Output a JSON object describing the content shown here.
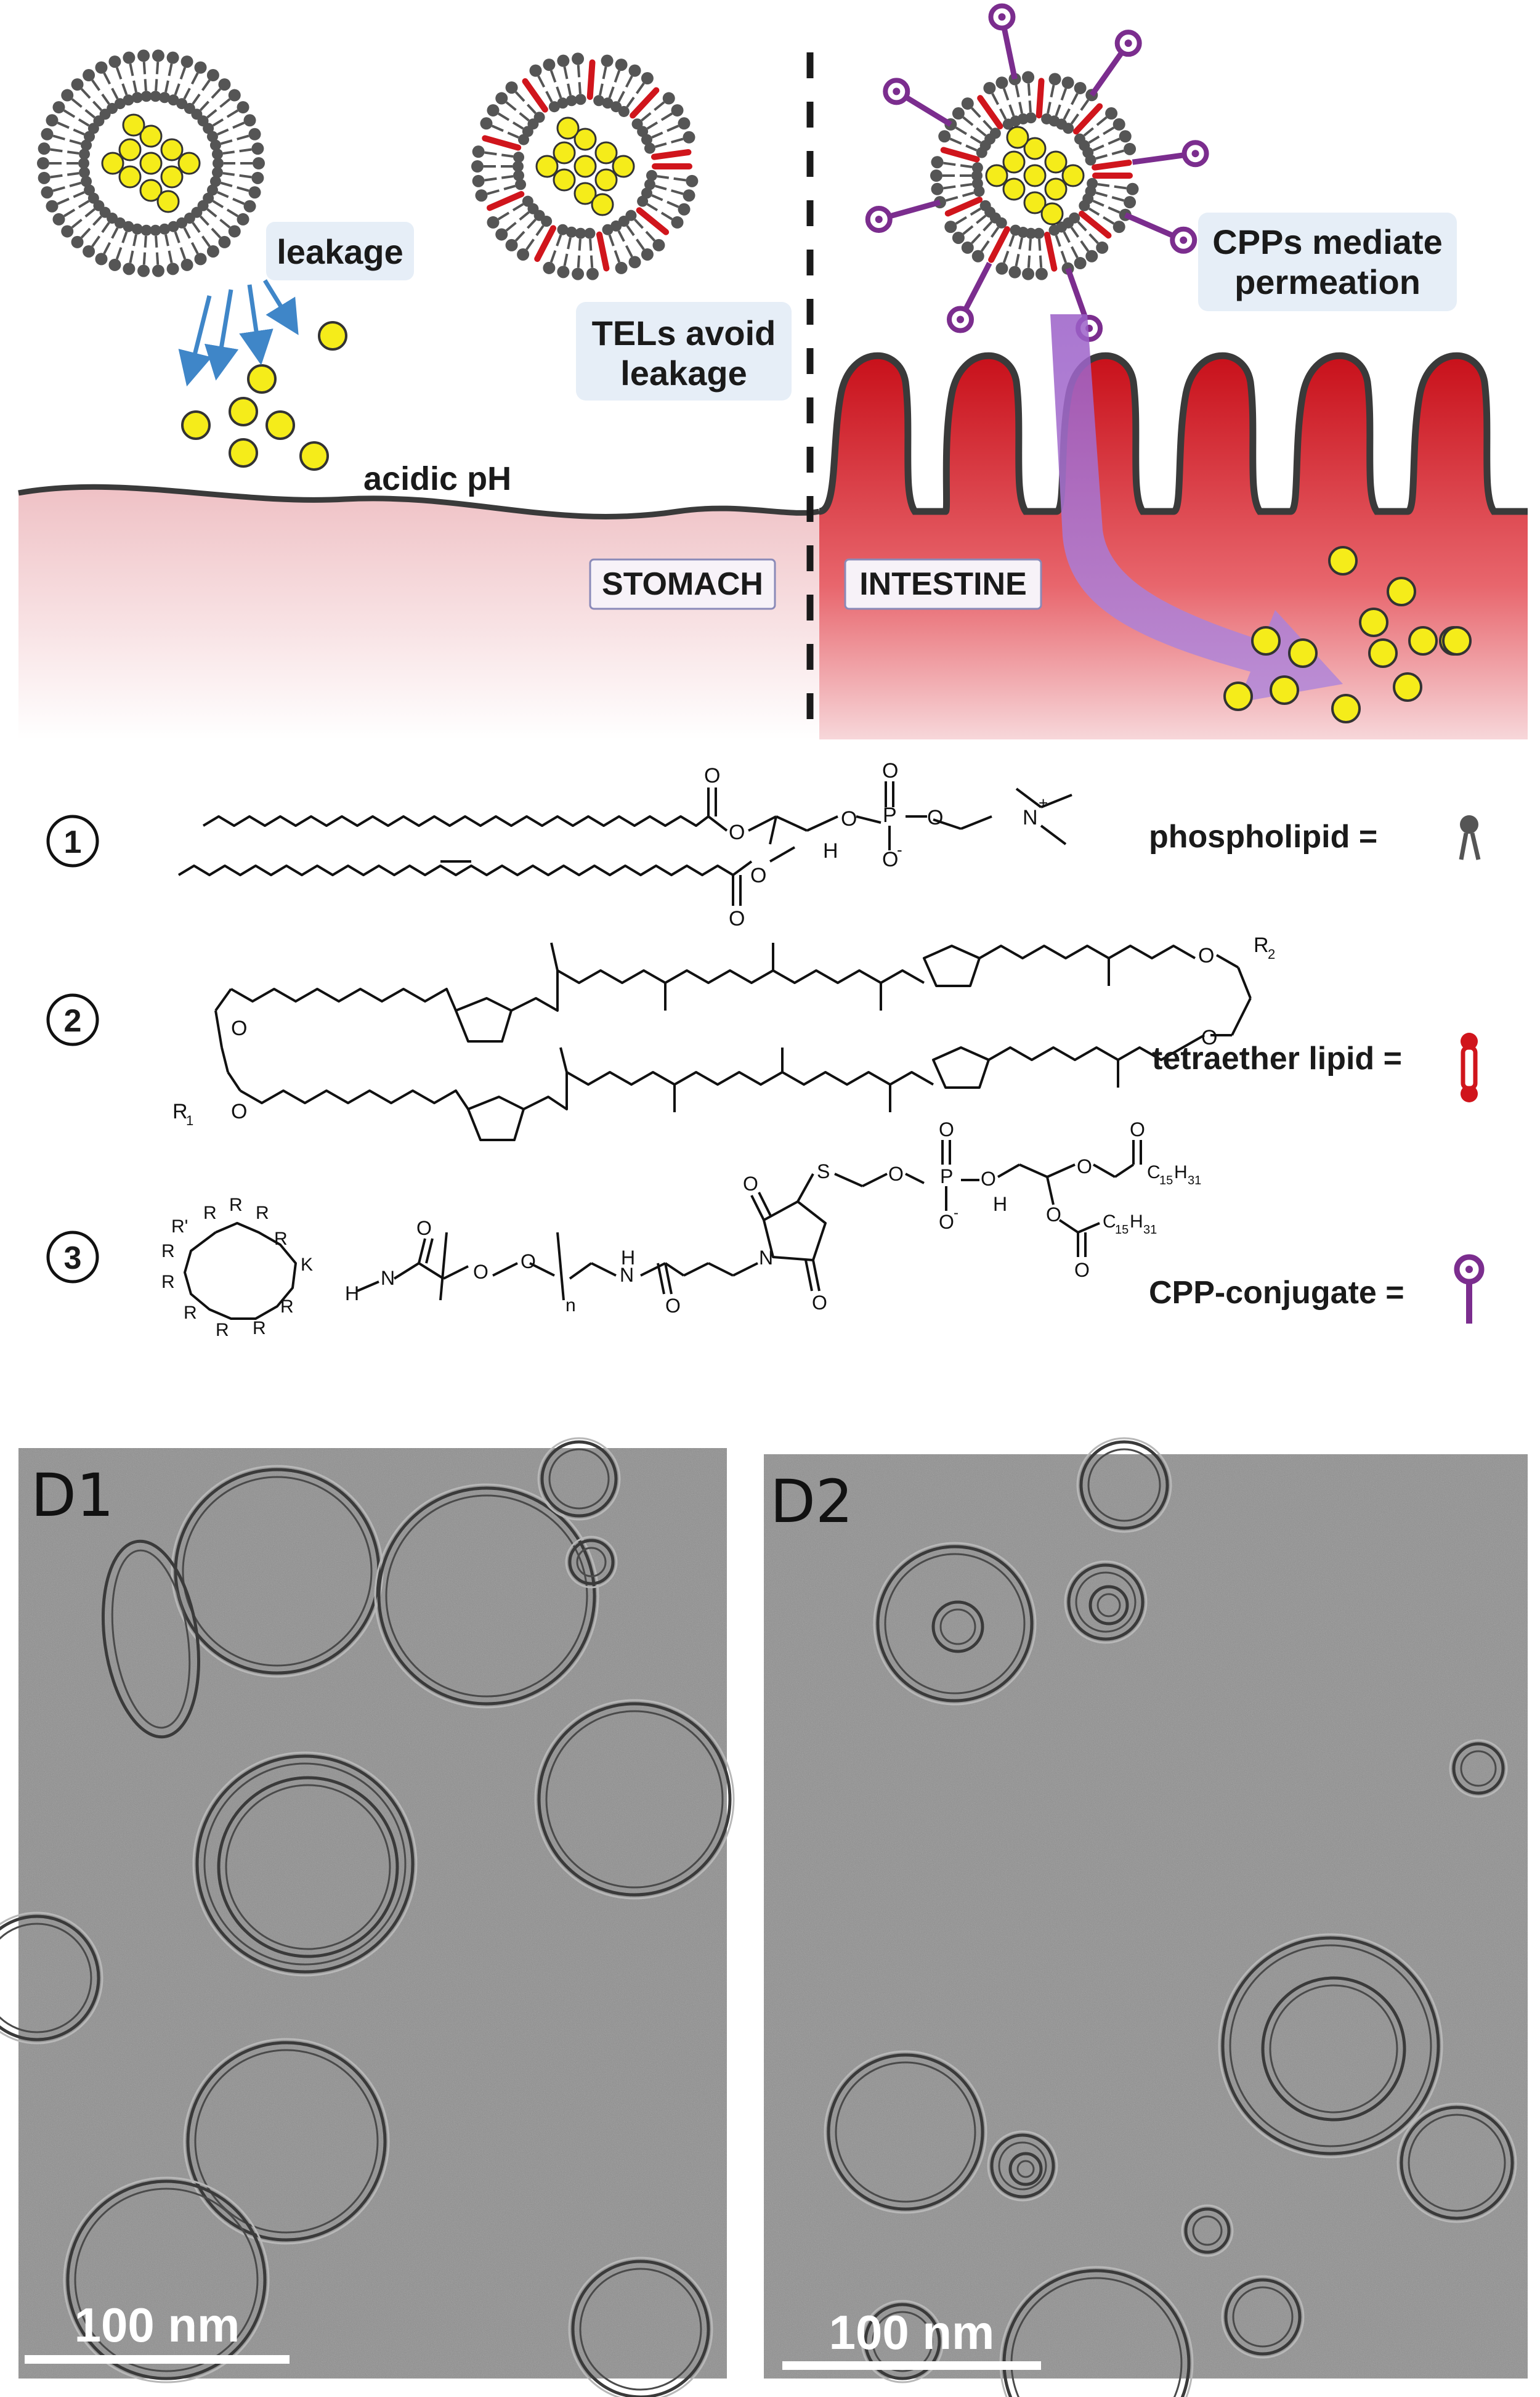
{
  "schematic": {
    "leakage_label": "leakage",
    "tels_label_line1": "TELs avoid",
    "tels_label_line2": "leakage",
    "cpp_label_line1": "CPPs mediate",
    "cpp_label_line2": "permeation",
    "acidic_label": "acidic pH",
    "stomach_label": "STOMACH",
    "intestine_label": "INTESTINE"
  },
  "structures": [
    {
      "number": "1",
      "legend": "phospholipid =",
      "icon": "phospholipid-icon",
      "icon_color": "#555555"
    },
    {
      "number": "2",
      "legend": "tetraether lipid =",
      "icon": "tetraether-lipid-icon",
      "icon_color": "#d0151c"
    },
    {
      "number": "3",
      "legend": "CPP-conjugate =",
      "icon": "cpp-conjugate-icon",
      "icon_color": "#7b2d8e"
    }
  ],
  "chem_text": {
    "o": "O",
    "p": "P",
    "o_minus": "O",
    "minus": "-",
    "h": "H",
    "n_plus": "N",
    "plus": "+",
    "r1": "R",
    "r1_sub": "1",
    "r2": "R",
    "r2_sub": "2",
    "r": "R",
    "r_prime": "R'",
    "k": "K",
    "n": "N",
    "nh": "H",
    "n_sub": "n",
    "s": "S",
    "c15": "C",
    "c15_sub": "15",
    "h31": "H",
    "h31_sub": "31"
  },
  "micrographs": [
    {
      "label": "D1",
      "scale_bar": "100 nm"
    },
    {
      "label": "D2",
      "scale_bar": "100 nm"
    }
  ],
  "colors": {
    "lipid_gray": "#555555",
    "cargo_yellow": "#f5ec1a",
    "tel_red": "#d0151c",
    "cpp_purple": "#7b2d8e",
    "arrow_blue": "#3f86c8",
    "permeation_arrow": "#a070c8",
    "tissue_pink": "#f1c9cc",
    "villus_red": "#d31a23",
    "label_box": "#e6eef7",
    "micrograph_gray": "#8f8f8f"
  }
}
